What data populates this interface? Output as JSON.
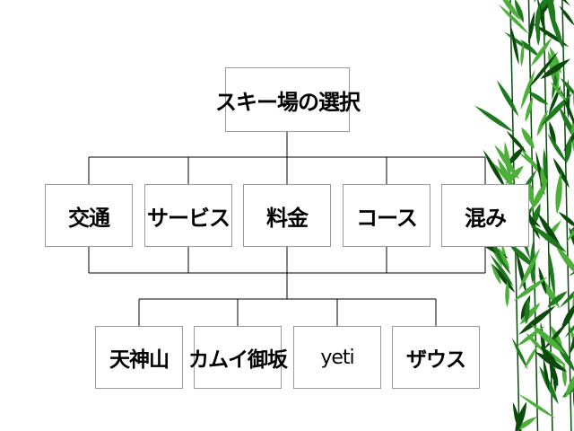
{
  "goal": {
    "label": "スキー場の選択"
  },
  "criteria": [
    {
      "label": "交通"
    },
    {
      "label": "サービス"
    },
    {
      "label": "料金"
    },
    {
      "label": "コース"
    },
    {
      "label": "混み"
    }
  ],
  "alternatives": [
    {
      "label": "天神山"
    },
    {
      "label": "カムイ御坂"
    },
    {
      "label": "yeti"
    },
    {
      "label": "ザウス"
    }
  ],
  "colors": {
    "line": "#000000",
    "box_border": "#9a9a9a",
    "leaf_dark": "#0a4a0a",
    "leaf_mid": "#1f7a1f",
    "leaf_light": "#4caf3a"
  },
  "decoration": {
    "border_art": "bamboo-leaves"
  }
}
